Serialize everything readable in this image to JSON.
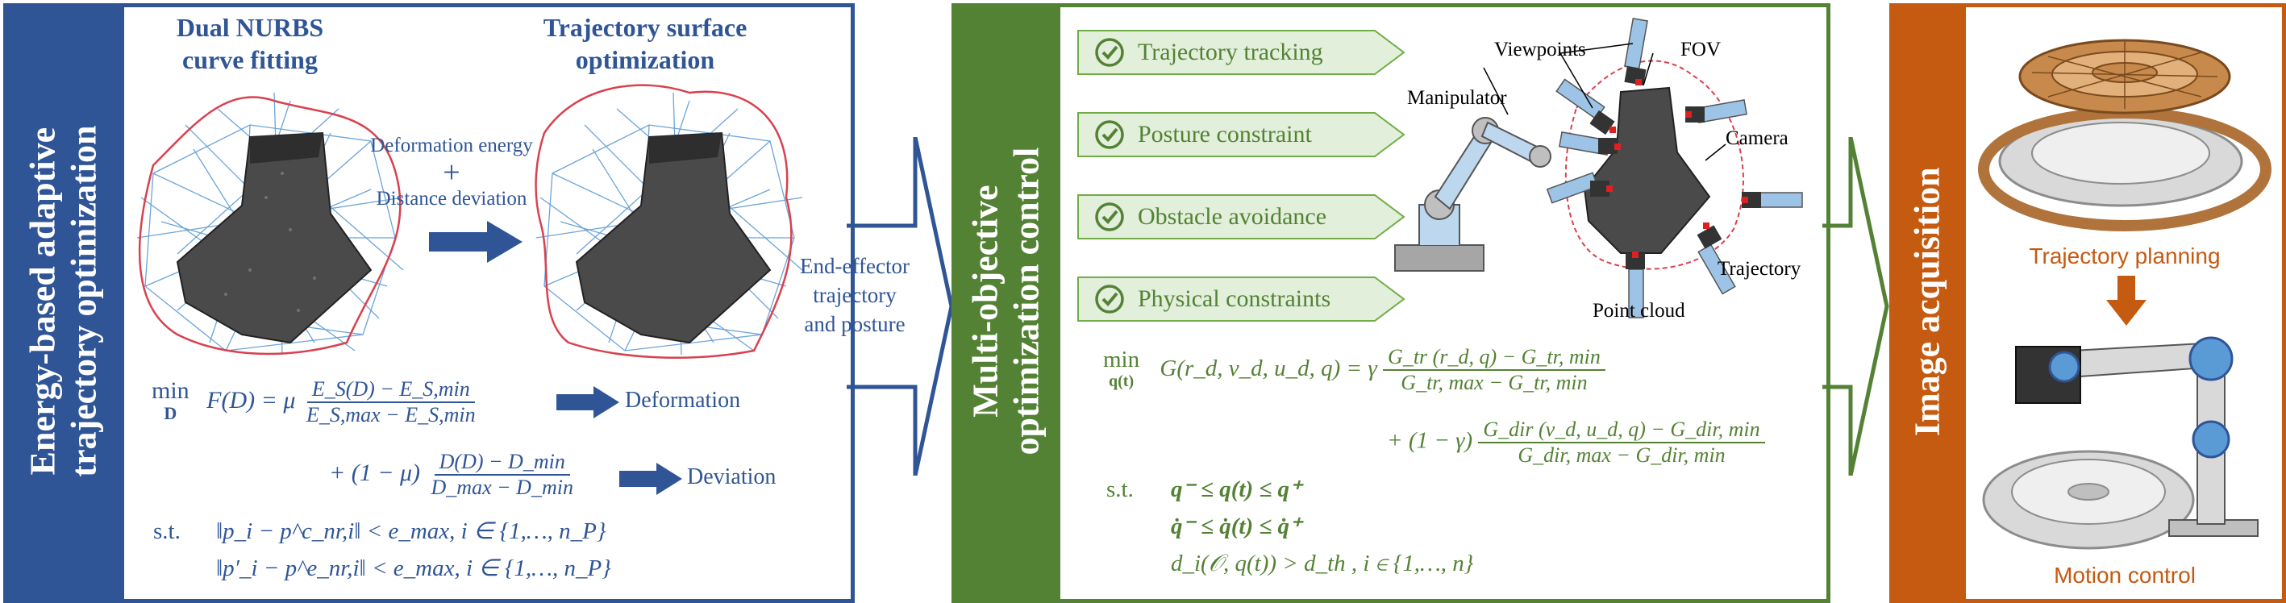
{
  "panel1": {
    "side_title_line1": "Energy-based adaptive",
    "side_title_line2": "trajectory optimization",
    "col1_title_line1": "Dual NURBS",
    "col1_title_line2": "curve fitting",
    "col2_title_line1": "Trajectory surface",
    "col2_title_line2": "optimization",
    "energy_label_1": "Deformation energy",
    "energy_plus": "+",
    "energy_label_2": "Distance deviation",
    "eq_min": "min",
    "eq_min_sub": "D",
    "eq_lhs": "F(D) = μ",
    "eq_frac1_num": "E_S(D) − E_S,min",
    "eq_frac1_den": "E_S,max − E_S,min",
    "eq_deform_label": "Deformation",
    "eq_line2_prefix": "+ (1 − μ)",
    "eq_frac2_num": "D(D) − D_min",
    "eq_frac2_den": "D_max − D_min",
    "eq_dev_label": "Deviation",
    "st_label": "s.t.",
    "st_line1": "‖p_i − p^c_nr,i‖ < e_max, i ∈ {1,…, n_P}",
    "st_line2": "‖p′_i − p^e_nr,i‖ < e_max, i ∈ {1,…, n_P}",
    "colors": {
      "border": "#2F5597",
      "title_bg": "#2F5597",
      "curve": "#D9414E",
      "mesh": "#5B9BD5"
    }
  },
  "transition": {
    "text_line1": "End-effector",
    "text_line2": "trajectory",
    "text_line3": "and posture"
  },
  "panel2": {
    "side_title_line1": "Multi-objective",
    "side_title_line2": "optimization control",
    "checks": [
      {
        "label": "Trajectory tracking"
      },
      {
        "label": "Posture constraint"
      },
      {
        "label": "Obstacle avoidance"
      },
      {
        "label": "Physical constraints"
      }
    ],
    "scene_labels": {
      "viewpoints": "Viewpoints",
      "fov": "FOV",
      "manipulator": "Manipulator",
      "camera": "Camera",
      "trajectory": "Trajectory",
      "point_cloud": "Point cloud"
    },
    "eq_min": "min",
    "eq_min_sub": "q(t)",
    "eq_lhs": "G(r_d, v_d, u_d, q) = γ",
    "eq_frac1_num": "G_tr (r_d, q) − G_tr, min",
    "eq_frac1_den": "G_tr, max − G_tr, min",
    "eq_line2_prefix": "+ (1 − γ)",
    "eq_frac2_num": "G_dir (v_d, u_d, q) − G_dir, min",
    "eq_frac2_den": "G_dir, max − G_dir, min",
    "st_label": "s.t.",
    "st_line1": "q⁻ ≤ q(t) ≤ q⁺",
    "st_line2": "q̇⁻ ≤ q̇(t) ≤ q̇⁺",
    "st_line3": "d_i(𝒪, q(t)) > d_th , i ∈ {1,…, n}",
    "colors": {
      "border": "#548235",
      "title_bg": "#548235",
      "check_fill": "#E2EFDA"
    }
  },
  "panel3": {
    "side_title": "Image acquisition",
    "label_planning": "Trajectory planning",
    "label_motion": "Motion control",
    "colors": {
      "border": "#C55A11",
      "title_bg": "#C55A11",
      "arrow": "#C55A11"
    }
  }
}
